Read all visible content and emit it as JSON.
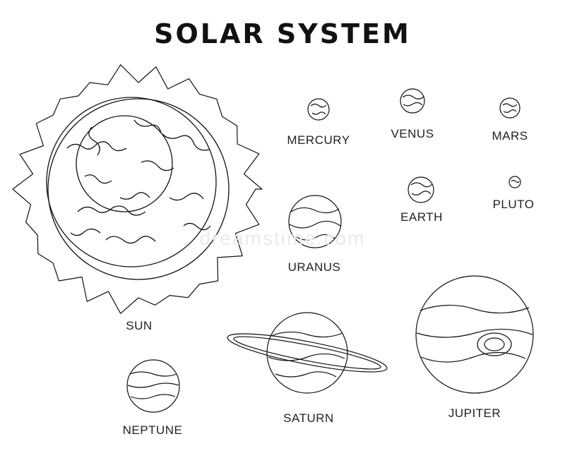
{
  "title": "SOLAR SYSTEM",
  "watermark": "dreamstime.com",
  "colors": {
    "ink": "#111111",
    "background": "#ffffff"
  },
  "bodies": {
    "sun": "SUN",
    "mercury": "MERCURY",
    "venus": "VENUS",
    "mars": "MARS",
    "earth": "EARTH",
    "pluto": "PLUTO",
    "uranus": "URANUS",
    "neptune": "NEPTUNE",
    "saturn": "SATURN",
    "jupiter": "JUPITER"
  }
}
